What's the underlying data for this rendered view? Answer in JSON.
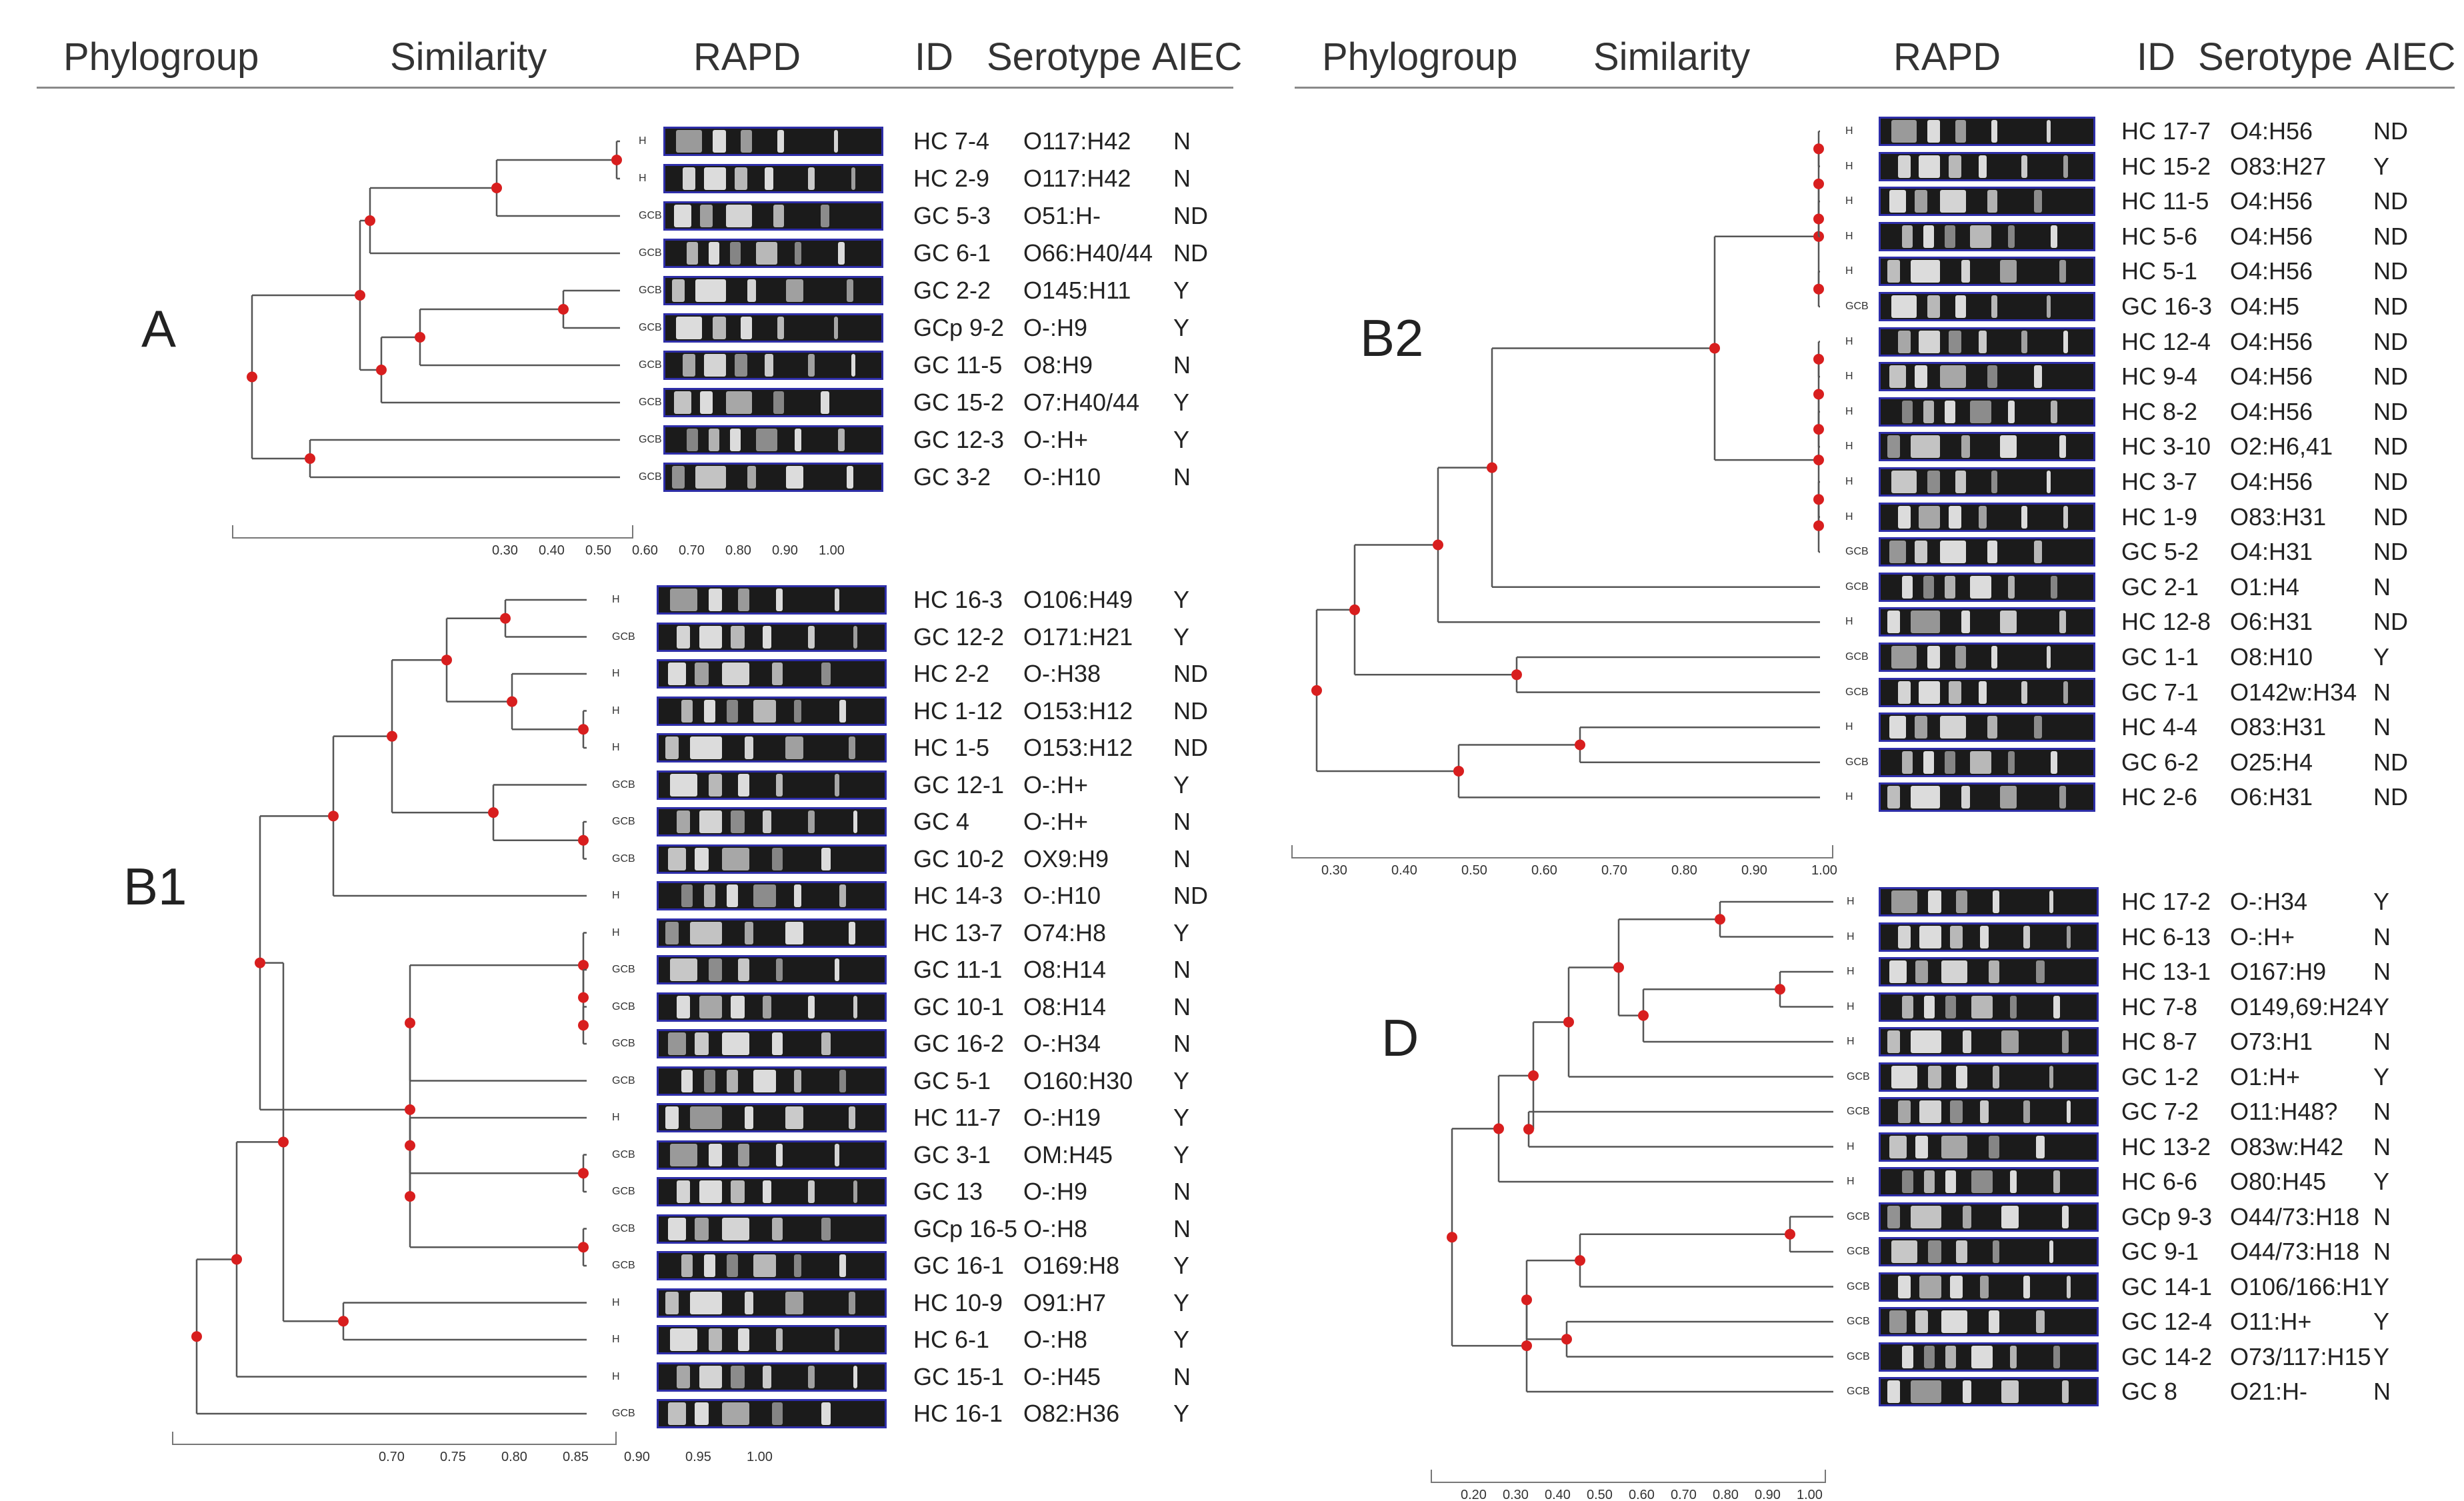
{
  "headers": {
    "phylogroup": "Phylogroup",
    "similarity": "Similarity",
    "rapd": "RAPD",
    "id": "ID",
    "serotype": "Serotype",
    "aiec": "AIEC"
  },
  "groups": {
    "A": {
      "label": "A",
      "strains": [
        {
          "src": "H",
          "id": "HC 7-4",
          "sero": "O117:H42",
          "aiec": "N"
        },
        {
          "src": "H",
          "id": "HC 2-9",
          "sero": "O117:H42",
          "aiec": "N"
        },
        {
          "src": "GCB",
          "id": "GC 5-3",
          "sero": "O51:H-",
          "aiec": "ND"
        },
        {
          "src": "GCB",
          "id": "GC 6-1",
          "sero": "O66:H40/44",
          "aiec": "ND"
        },
        {
          "src": "GCB",
          "id": "GC 2-2",
          "sero": "O145:H11",
          "aiec": "Y"
        },
        {
          "src": "GCB",
          "id": "GCp 9-2",
          "sero": "O-:H9",
          "aiec": "Y"
        },
        {
          "src": "GCB",
          "id": "GC 11-5",
          "sero": "O8:H9",
          "aiec": "N"
        },
        {
          "src": "GCB",
          "id": "GC 15-2",
          "sero": "O7:H40/44",
          "aiec": "Y"
        },
        {
          "src": "GCB",
          "id": "GC 12-3",
          "sero": "O-:H+",
          "aiec": "Y"
        },
        {
          "src": "GCB",
          "id": "GC 3-2",
          "sero": "O-:H10",
          "aiec": "N"
        }
      ],
      "axis_ticks": [
        "0.30",
        "0.40",
        "0.50",
        "0.60",
        "0.70",
        "0.80",
        "0.90",
        "1.00"
      ]
    },
    "B1": {
      "label": "B1",
      "strains": [
        {
          "src": "H",
          "id": "HC 16-3",
          "sero": "O106:H49",
          "aiec": "Y"
        },
        {
          "src": "GCB",
          "id": "GC 12-2",
          "sero": "O171:H21",
          "aiec": "Y"
        },
        {
          "src": "H",
          "id": "HC 2-2",
          "sero": "O-:H38",
          "aiec": "ND"
        },
        {
          "src": "H",
          "id": "HC 1-12",
          "sero": "O153:H12",
          "aiec": "ND"
        },
        {
          "src": "H",
          "id": "HC 1-5",
          "sero": "O153:H12",
          "aiec": "ND"
        },
        {
          "src": "GCB",
          "id": "GC 12-1",
          "sero": "O-:H+",
          "aiec": "Y"
        },
        {
          "src": "GCB",
          "id": "GC 4",
          "sero": "O-:H+",
          "aiec": "N"
        },
        {
          "src": "GCB",
          "id": "GC 10-2",
          "sero": "OX9:H9",
          "aiec": "N"
        },
        {
          "src": "H",
          "id": "HC 14-3",
          "sero": "O-:H10",
          "aiec": "ND"
        },
        {
          "src": "H",
          "id": "HC 13-7",
          "sero": "O74:H8",
          "aiec": "Y"
        },
        {
          "src": "GCB",
          "id": "GC 11-1",
          "sero": "O8:H14",
          "aiec": "N"
        },
        {
          "src": "GCB",
          "id": "GC 10-1",
          "sero": "O8:H14",
          "aiec": "N"
        },
        {
          "src": "GCB",
          "id": "GC 16-2",
          "sero": "O-:H34",
          "aiec": "N"
        },
        {
          "src": "GCB",
          "id": "GC 5-1",
          "sero": "O160:H30",
          "aiec": "Y"
        },
        {
          "src": "H",
          "id": "HC 11-7",
          "sero": "O-:H19",
          "aiec": "Y"
        },
        {
          "src": "GCB",
          "id": "GC 3-1",
          "sero": "OM:H45",
          "aiec": "Y"
        },
        {
          "src": "GCB",
          "id": "GC 13",
          "sero": "O-:H9",
          "aiec": "N"
        },
        {
          "src": "GCB",
          "id": "GCp 16-5",
          "sero": "O-:H8",
          "aiec": "N"
        },
        {
          "src": "GCB",
          "id": "GC 16-1",
          "sero": "O169:H8",
          "aiec": "Y"
        },
        {
          "src": "H",
          "id": "HC 10-9",
          "sero": "O91:H7",
          "aiec": "Y"
        },
        {
          "src": "H",
          "id": "HC 6-1",
          "sero": "O-:H8",
          "aiec": "Y"
        },
        {
          "src": "H",
          "id": "GC 15-1",
          "sero": "O-:H45",
          "aiec": "N"
        },
        {
          "src": "GCB",
          "id": "HC 16-1",
          "sero": "O82:H36",
          "aiec": "Y"
        }
      ],
      "axis_ticks": [
        "0.70",
        "0.75",
        "0.80",
        "0.85",
        "0.90",
        "0.95",
        "1.00"
      ]
    },
    "B2": {
      "label": "B2",
      "strains": [
        {
          "src": "H",
          "id": "HC 17-7",
          "sero": "O4:H56",
          "aiec": "ND"
        },
        {
          "src": "H",
          "id": "HC 15-2",
          "sero": "O83:H27",
          "aiec": "Y"
        },
        {
          "src": "H",
          "id": "HC 11-5",
          "sero": "O4:H56",
          "aiec": "ND"
        },
        {
          "src": "H",
          "id": "HC 5-6",
          "sero": "O4:H56",
          "aiec": "ND"
        },
        {
          "src": "H",
          "id": "HC 5-1",
          "sero": "O4:H56",
          "aiec": "ND"
        },
        {
          "src": "GCB",
          "id": "GC 16-3",
          "sero": "O4:H5",
          "aiec": "ND"
        },
        {
          "src": "H",
          "id": "HC 12-4",
          "sero": "O4:H56",
          "aiec": "ND"
        },
        {
          "src": "H",
          "id": "HC 9-4",
          "sero": "O4:H56",
          "aiec": "ND"
        },
        {
          "src": "H",
          "id": "HC 8-2",
          "sero": "O4:H56",
          "aiec": "ND"
        },
        {
          "src": "H",
          "id": "HC 3-10",
          "sero": "O2:H6,41",
          "aiec": "ND"
        },
        {
          "src": "H",
          "id": "HC 3-7",
          "sero": "O4:H56",
          "aiec": "ND"
        },
        {
          "src": "H",
          "id": "HC 1-9",
          "sero": "O83:H31",
          "aiec": "ND"
        },
        {
          "src": "GCB",
          "id": "GC 5-2",
          "sero": "O4:H31",
          "aiec": "ND"
        },
        {
          "src": "GCB",
          "id": "GC 2-1",
          "sero": "O1:H4",
          "aiec": "N"
        },
        {
          "src": "H",
          "id": "HC 12-8",
          "sero": "O6:H31",
          "aiec": "ND"
        },
        {
          "src": "GCB",
          "id": "GC 1-1",
          "sero": "O8:H10",
          "aiec": "Y"
        },
        {
          "src": "GCB",
          "id": "GC 7-1",
          "sero": "O142w:H34",
          "aiec": "N"
        },
        {
          "src": "H",
          "id": "HC 4-4",
          "sero": "O83:H31",
          "aiec": "N"
        },
        {
          "src": "GCB",
          "id": "GC 6-2",
          "sero": "O25:H4",
          "aiec": "ND"
        },
        {
          "src": "H",
          "id": "HC 2-6",
          "sero": "O6:H31",
          "aiec": "ND"
        }
      ],
      "axis_ticks": [
        "0.30",
        "0.40",
        "0.50",
        "0.60",
        "0.70",
        "0.80",
        "0.90",
        "1.00"
      ]
    },
    "D": {
      "label": "D",
      "strains": [
        {
          "src": "H",
          "id": "HC 17-2",
          "sero": "O-:H34",
          "aiec": "Y"
        },
        {
          "src": "H",
          "id": "HC 6-13",
          "sero": "O-:H+",
          "aiec": "N"
        },
        {
          "src": "H",
          "id": "HC 13-1",
          "sero": "O167:H9",
          "aiec": "N"
        },
        {
          "src": "H",
          "id": "HC 7-8",
          "sero": "O149,69:H24",
          "aiec": "Y"
        },
        {
          "src": "H",
          "id": "HC 8-7",
          "sero": "O73:H1",
          "aiec": "N"
        },
        {
          "src": "GCB",
          "id": "GC 1-2",
          "sero": "O1:H+",
          "aiec": "Y"
        },
        {
          "src": "GCB",
          "id": "GC 7-2",
          "sero": "O11:H48?",
          "aiec": "N"
        },
        {
          "src": "H",
          "id": "HC 13-2",
          "sero": "O83w:H42",
          "aiec": "N"
        },
        {
          "src": "H",
          "id": "HC 6-6",
          "sero": "O80:H45",
          "aiec": "Y"
        },
        {
          "src": "GCB",
          "id": "GCp 9-3",
          "sero": "O44/73:H18",
          "aiec": "N"
        },
        {
          "src": "GCB",
          "id": "GC 9-1",
          "sero": "O44/73:H18",
          "aiec": "N"
        },
        {
          "src": "GCB",
          "id": "GC 14-1",
          "sero": "O106/166:H1",
          "aiec": "Y"
        },
        {
          "src": "GCB",
          "id": "GC 12-4",
          "sero": "O11:H+",
          "aiec": "Y"
        },
        {
          "src": "GCB",
          "id": "GC 14-2",
          "sero": "O73/117:H15",
          "aiec": "Y"
        },
        {
          "src": "GCB",
          "id": "GC 8",
          "sero": "O21:H-",
          "aiec": "N"
        }
      ],
      "axis_ticks": [
        "0.20",
        "0.30",
        "0.40",
        "0.50",
        "0.60",
        "0.70",
        "0.80",
        "0.90",
        "1.00"
      ]
    }
  },
  "colors": {
    "node": "#d81e1e",
    "band_border": "#2e2ea8",
    "line": "#555555"
  }
}
